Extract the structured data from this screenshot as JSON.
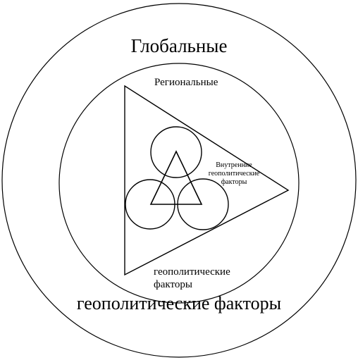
{
  "diagram": {
    "outer_circle_label_top": "Глобальные",
    "outer_circle_label_bottom": "геополитические факторы",
    "regional_label_top": "Региональные",
    "regional_label_bottom": "геополитические факторы",
    "internal_label": "Внутренние геополитические факторы",
    "stroke_color": "#000000",
    "background_color": "#ffffff"
  }
}
